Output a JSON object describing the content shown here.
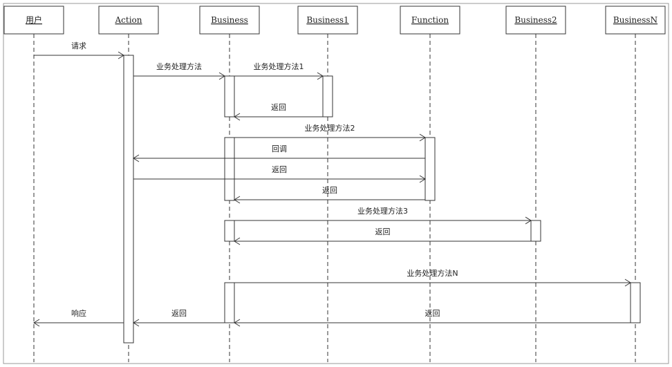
{
  "lifelines": [
    {
      "id": "user",
      "label": "用户"
    },
    {
      "id": "action",
      "label": "Action"
    },
    {
      "id": "business",
      "label": "Business"
    },
    {
      "id": "business1",
      "label": "Business1"
    },
    {
      "id": "function",
      "label": "Function"
    },
    {
      "id": "business2",
      "label": "Business2"
    },
    {
      "id": "businessN",
      "label": "BusinessN"
    }
  ],
  "messages": [
    {
      "from": "user",
      "to": "action",
      "label": "请求"
    },
    {
      "from": "action",
      "to": "business",
      "label": "业务处理方法"
    },
    {
      "from": "business",
      "to": "business1",
      "label": "业务处理方法1"
    },
    {
      "from": "business1",
      "to": "business",
      "label": "返回"
    },
    {
      "from": "business",
      "to": "function",
      "label": "业务处理方法2"
    },
    {
      "from": "function",
      "to": "action",
      "label": "回调"
    },
    {
      "from": "action",
      "to": "function",
      "label": "返回"
    },
    {
      "from": "function",
      "to": "business",
      "label": "返回"
    },
    {
      "from": "business",
      "to": "business2",
      "label": "业务处理方法3"
    },
    {
      "from": "business2",
      "to": "business",
      "label": "返回"
    },
    {
      "from": "business",
      "to": "businessN",
      "label": "业务处理方法N"
    },
    {
      "from": "businessN",
      "to": "business",
      "label": "返回"
    },
    {
      "from": "business",
      "to": "action",
      "label": "返回"
    },
    {
      "from": "action",
      "to": "user",
      "label": "响应"
    }
  ]
}
